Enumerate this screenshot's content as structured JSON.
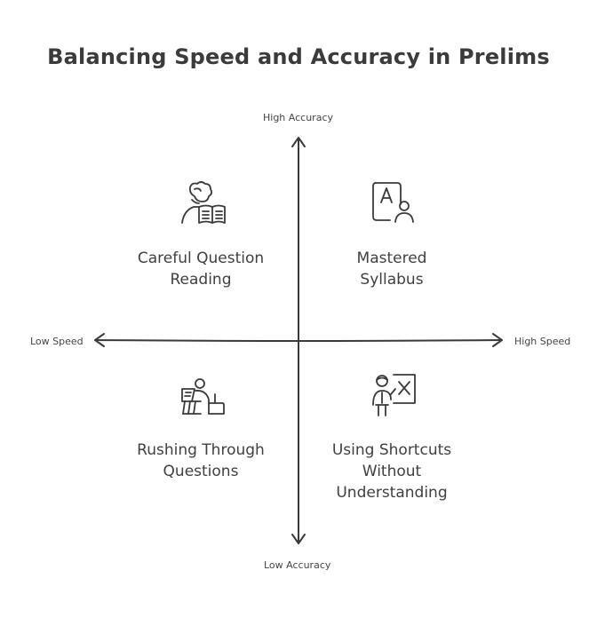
{
  "title": "Balancing Speed and Accuracy in Prelims",
  "axes": {
    "top": "High Accuracy",
    "bottom": "Low Accuracy",
    "left": "Low Speed",
    "right": "High Speed"
  },
  "quadrants": {
    "top_left": {
      "line1": "Careful Question",
      "line2": "Reading",
      "icon": "person-reading-book-icon"
    },
    "top_right": {
      "line1": "Mastered",
      "line2": "Syllabus",
      "icon": "person-with-document-icon"
    },
    "bottom_left": {
      "line1": "Rushing Through",
      "line2": "Questions",
      "icon": "person-typing-laptop-icon"
    },
    "bottom_right": {
      "line1": "Using Shortcuts",
      "line2": "Without",
      "line3": "Understanding",
      "icon": "person-with-wrong-board-icon"
    }
  },
  "colors": {
    "ink": "#3a3a3a",
    "background": "#ffffff"
  }
}
